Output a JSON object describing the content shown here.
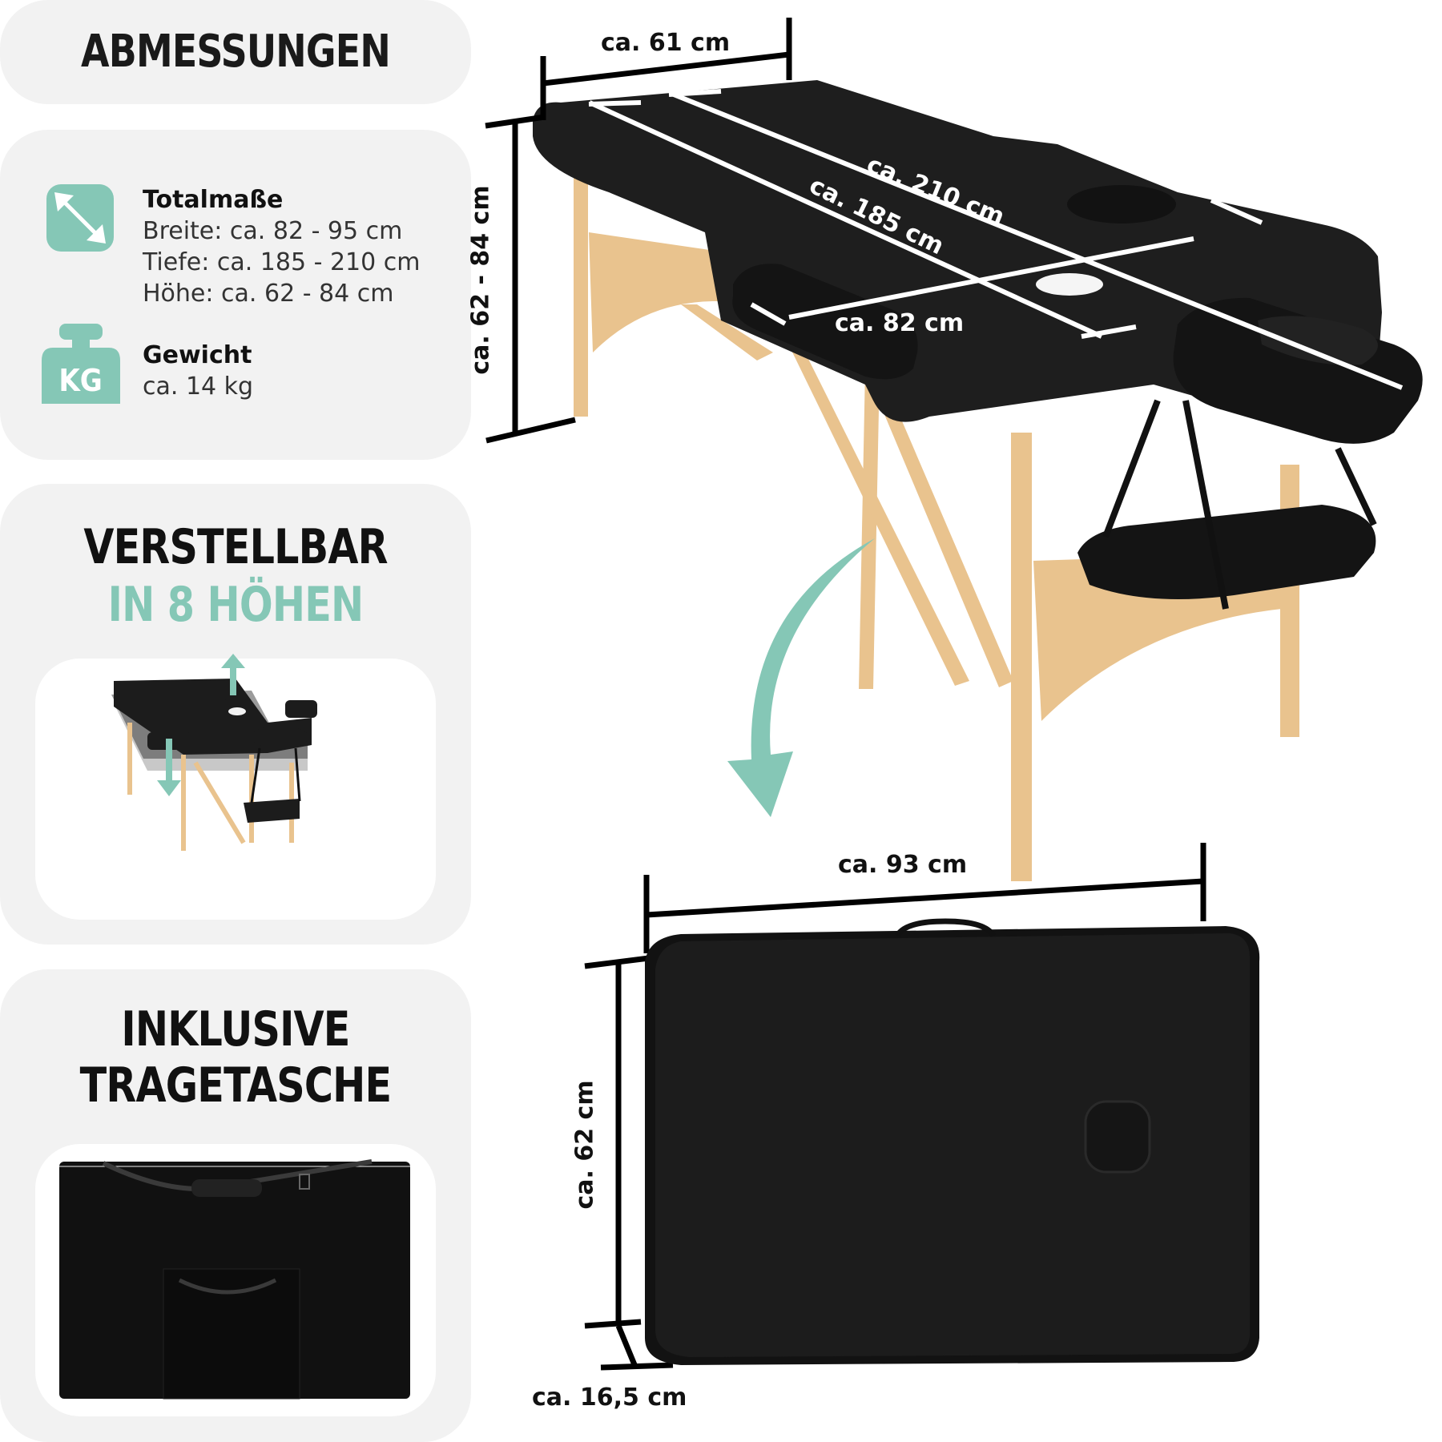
{
  "sections": {
    "dimensions": {
      "heading": "ABMESSUNGEN"
    },
    "specs": {
      "total": {
        "icon": "diagonal-resize-icon",
        "title": "Totalmaße",
        "width": "Breite: ca. 82 - 95 cm",
        "depth": "Tiefe: ca. 185 - 210 cm",
        "height": "Höhe: ca. 62 - 84 cm"
      },
      "weight": {
        "icon": "kg-weight-icon",
        "icon_text": "KG",
        "title": "Gewicht",
        "value": "ca. 14 kg"
      }
    },
    "adjustable": {
      "line1": "VERSTELLBAR",
      "line2": "IN 8 HÖHEN"
    },
    "bag": {
      "line1": "INKLUSIVE",
      "line2": "TRAGETASCHE"
    }
  },
  "table_dimensions": {
    "top_width": "ca. 61 cm",
    "length_total": "ca. 210 cm",
    "length_body": "ca. 185 cm",
    "width_with_armrests": "ca. 82 cm",
    "height_range": "ca. 62 - 84 cm"
  },
  "folded_dimensions": {
    "width": "ca. 93 cm",
    "height": "ca. 62 cm",
    "depth": "ca. 16,5 cm"
  },
  "colors": {
    "accent": "#85c7b6",
    "card_bg": "#f2f2f2",
    "text": "#111111",
    "table_black": "#1c1c1c",
    "wood": "#e9c38e"
  }
}
